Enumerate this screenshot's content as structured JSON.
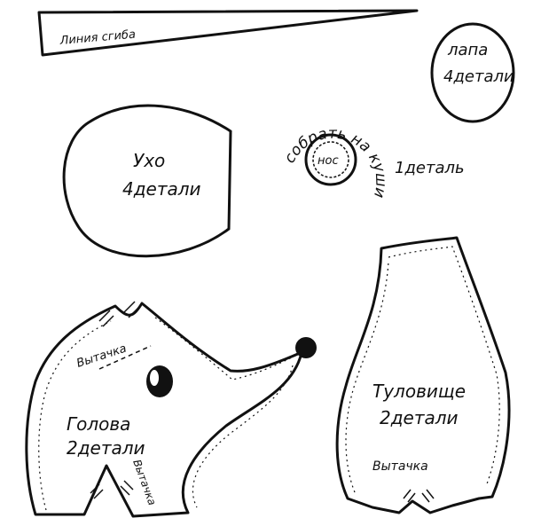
{
  "pieces": {
    "fold_strip": {
      "label": "Линия сгиба"
    },
    "paw": {
      "label_line1": "лапа",
      "label_line2": "4детали"
    },
    "ear": {
      "label_line1": "Ухо",
      "label_line2": "4детали"
    },
    "nose": {
      "center_label": "нос",
      "arc_text": "собрать на кушин",
      "count_label": "1деталь"
    },
    "head": {
      "label_line1": "Голова",
      "label_line2": "2детали",
      "dart_top": "Вытачка",
      "dart_bottom": "Вытачка"
    },
    "body": {
      "label_line1": "Туловище",
      "label_line2": "2детали",
      "dart": "Вытачка"
    }
  },
  "colors": {
    "ink": "#111111",
    "paper": "#ffffff"
  }
}
